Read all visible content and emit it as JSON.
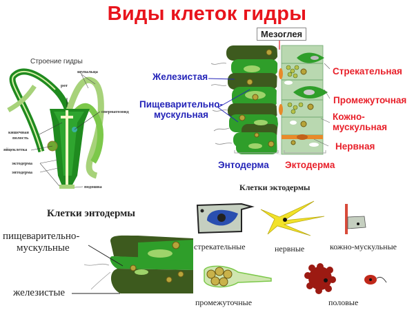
{
  "title": "Виды клеток гидры",
  "colors": {
    "title_red": "#e8141c",
    "entoderm_blue": "#2323b8",
    "ectoderm_red": "#e8202a",
    "cell_green": "#2f9e2a",
    "cell_dark_green": "#3d5a1e",
    "ectoderm_pale_green": "#b9d8b0",
    "nerve_orange": "#e88a2a"
  },
  "structure": {
    "heading": "Строение гидры",
    "labels": {
      "tentacles": "щупальца",
      "mouth": "рот",
      "sperm": "сперматозоид",
      "gut_cavity_line1": "кишечная",
      "gut_cavity_line2": "полость",
      "egg": "яйцеклетка",
      "ectoderm": "эктодерма",
      "entoderm": "энтодерма",
      "sole": "подошва"
    }
  },
  "layers": {
    "mesoglea": "Мезоглея",
    "entoderm_label": "Энтодерма",
    "ectoderm_label": "Эктодерма",
    "entoderm_cells": {
      "glandular": "Железистая",
      "digestive_line1": "Пищеварительно-",
      "digestive_line2": "мускульная"
    },
    "ectoderm_cells": {
      "stinging": "Стрекательная",
      "intermediate": "Промежуточная",
      "skin_muscle_line1": "Кожно-",
      "skin_muscle_line2": "мускульная",
      "nerve": "Нервная"
    }
  },
  "entoderm_panel": {
    "heading": "Клетки энтодермы",
    "digestive_line1": "пищеварительно-",
    "digestive_line2": "мускульные",
    "glandular": "железистые"
  },
  "ectoderm_panel": {
    "heading": "Клетки эктодермы",
    "stinging": "стрекательные",
    "nerve": "нервные",
    "skin_muscle": "кожно-мускульные",
    "intermediate": "промежуточные",
    "sexual": "половые"
  }
}
